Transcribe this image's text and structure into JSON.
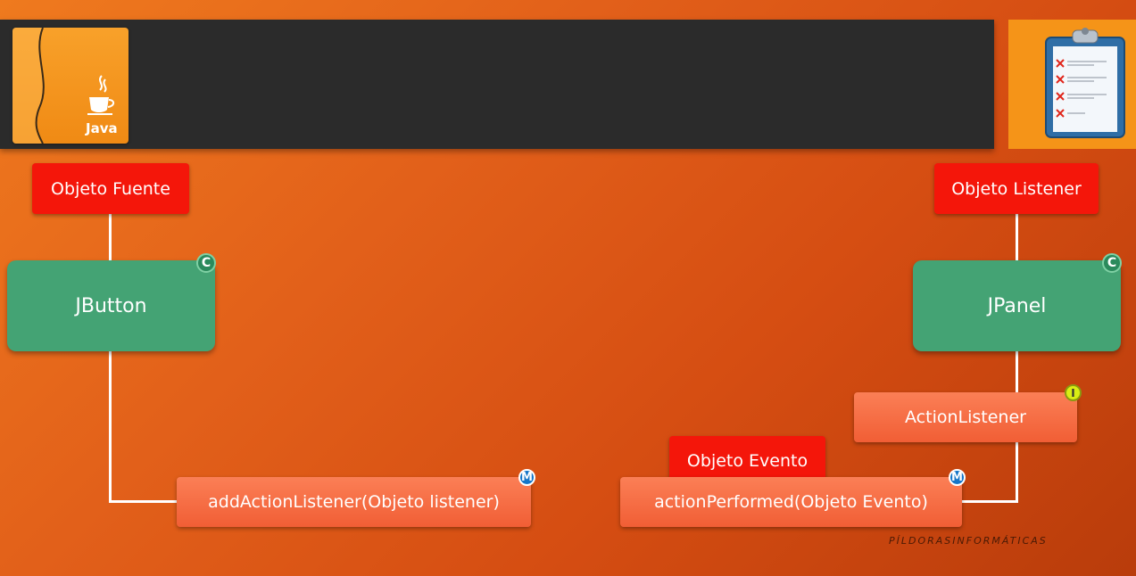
{
  "header": {
    "logo_text": "Java"
  },
  "source": {
    "label": "Objeto Fuente",
    "class_name": "JButton",
    "class_badge": "C",
    "method": "addActionListener(Objeto listener)",
    "method_badge": "M"
  },
  "listener": {
    "label": "Objeto Listener",
    "class_name": "JPanel",
    "class_badge": "C",
    "interface_name": "ActionListener",
    "interface_badge": "I",
    "method": "actionPerformed(Objeto Evento)",
    "method_badge": "M"
  },
  "event": {
    "label": "Objeto Evento"
  },
  "watermark": "PÍLDORASINFORMÁTICAS",
  "colors": {
    "red_label": "#f4160a",
    "class_green": "#44a374",
    "salmon": "#f15e35",
    "topbar": "#2b2b2b"
  },
  "icons": {
    "logo": "java-coffee-cup-icon",
    "clipboard": "clipboard-checklist-icon"
  }
}
